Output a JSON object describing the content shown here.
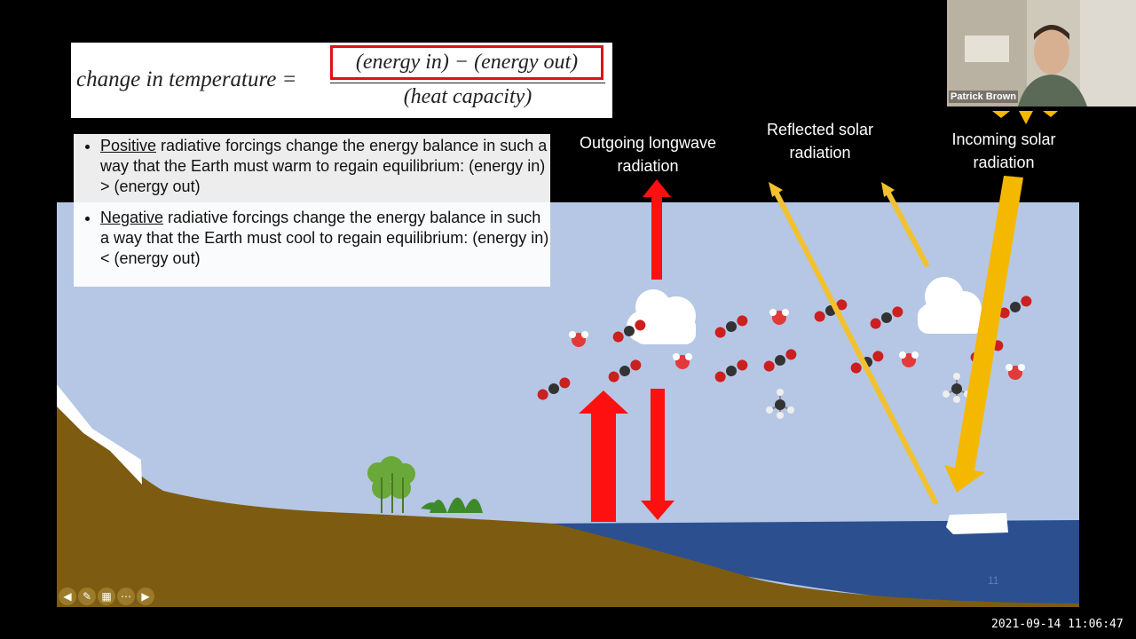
{
  "formula": {
    "lhs": "change in temperature =",
    "numerator": "(energy in) − (energy out)",
    "denominator": "(heat capacity)"
  },
  "bullets": [
    {
      "keyword": "Positive",
      "text": " radiative forcings change the energy balance in such a way that the Earth must warm to regain equilibrium: (energy in) > (energy out)"
    },
    {
      "keyword": "Negative",
      "text": " radiative forcings change the energy balance in such a way that the Earth must cool to regain equilibrium: (energy in) < (energy out)"
    }
  ],
  "labels": {
    "outgoing": "Outgoing longwave radiation",
    "reflected": "Reflected solar radiation",
    "incoming": "Incoming solar radiation"
  },
  "webcam": {
    "name": "Patrick Brown"
  },
  "slide": {
    "page_number": "11"
  },
  "timestamp": "2021-09-14 11:06:47",
  "colors": {
    "sky": "#b5c7e4",
    "land": "#7d5c12",
    "ocean": "#2c4f8f",
    "red_arrow": "#ff1010",
    "solar": "#f5b800",
    "reflected": "#f2c12e"
  },
  "icons": [
    "arrow-left-icon",
    "pen-icon",
    "slides-icon",
    "more-icon",
    "arrow-right-icon"
  ]
}
